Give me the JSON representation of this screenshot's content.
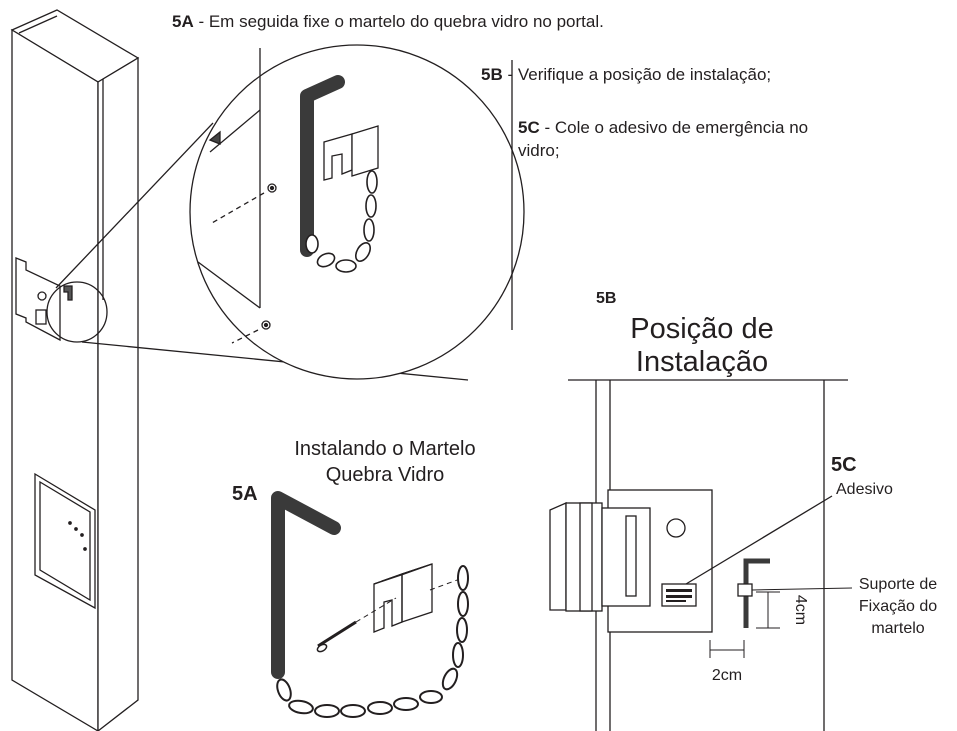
{
  "steps": {
    "a": {
      "code": "5A",
      "text": " - Em seguida fixe o martelo do quebra vidro no portal."
    },
    "b": {
      "code": "5B",
      "text": " - Verifique a posição de instalação;"
    },
    "c": {
      "code": "5C",
      "text_line1": " - Cole o adesivo de emergência no",
      "text_line2": "vidro;"
    }
  },
  "installing": {
    "code": "5A",
    "title_line1": "Instalando o Martelo",
    "title_line2": "Quebra Vidro"
  },
  "position": {
    "code": "5B",
    "title_line1": "Posição de",
    "title_line2": "Instalação",
    "sticker_code": "5C",
    "sticker_label": "Adesivo",
    "support_line1": "Suporte de",
    "support_line2": "Fixação do",
    "support_line3": "martelo",
    "dim_horizontal": "2cm",
    "dim_vertical": "4cm"
  },
  "colors": {
    "ink": "#231f20",
    "hammer": "#3a3a3a",
    "panel": "#ffffff"
  }
}
